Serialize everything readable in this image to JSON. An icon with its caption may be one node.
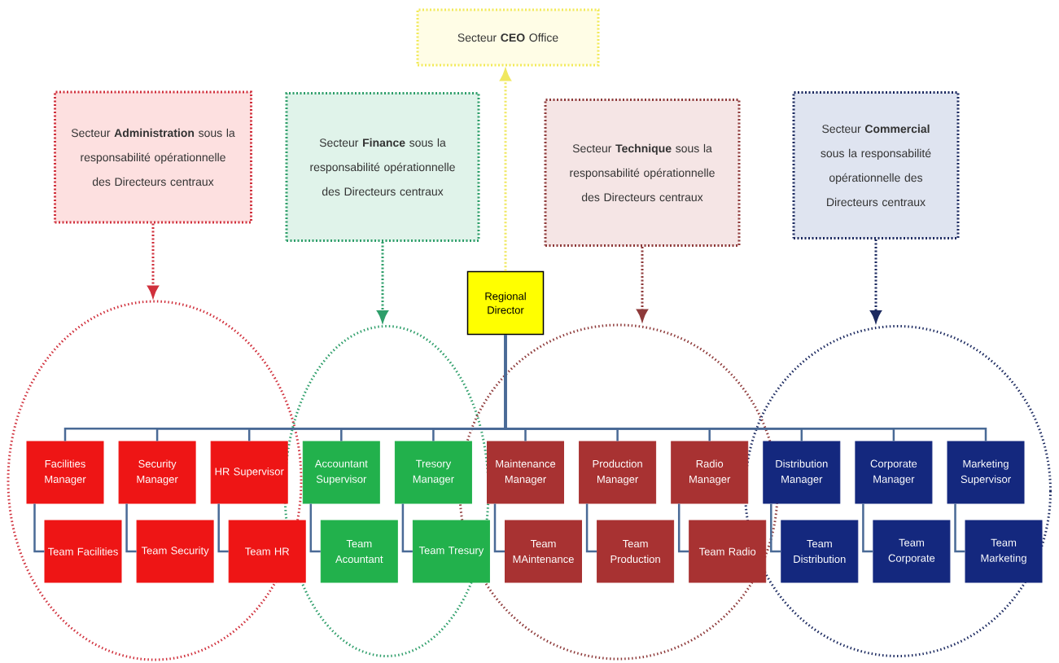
{
  "diagram": {
    "nodes": [
      {
        "text": [
          "Secteur **CEO** Office"
        ]
      },
      {
        "text": [
          "Secteur **Administration** sous la responsabilité opérationnelle des Directeurs centraux"
        ]
      },
      {
        "text": [
          "Secteur **Finance** sous la responsabilité opérationnelle des Directeurs centraux"
        ]
      },
      {
        "text": [
          "Secteur **Technique** sous la responsabilité opérationnelle des Directeurs centraux"
        ]
      },
      {
        "text": [
          "Secteur **Commercial** sous la responsabilité opérationnelle des Directeurs centraux"
        ]
      },
      {
        "text": [],
        "shape": "circle"
      },
      {
        "text": [],
        "shape": "circle"
      },
      {
        "text": [],
        "shape": "circle"
      },
      {
        "text": [],
        "shape": "circle"
      },
      {
        "text": [
          "Regional Director"
        ]
      },
      {
        "text": [
          "Facilities Manager"
        ],
        "in": 5
      },
      {
        "text": [
          "Security Manager"
        ],
        "in": 5
      },
      {
        "text": [
          "HR Supervisor"
        ],
        "in": 5
      },
      {
        "text": [
          "Accountant Supervisor"
        ],
        "in": 6
      },
      {
        "text": [
          "Tresory Manager"
        ],
        "in": 6
      },
      {
        "text": [
          "Maintenance Manager"
        ],
        "in": 7
      },
      {
        "text": [
          "Production Manager"
        ],
        "in": 7
      },
      {
        "text": [
          "Radio Manager"
        ],
        "in": 7
      },
      {
        "text": [
          "Distribution Manager"
        ],
        "in": 8
      },
      {
        "text": [
          "Corporate Manager"
        ],
        "in": 8
      },
      {
        "text": [
          "Marketing Supervisor"
        ],
        "in": 8
      },
      {
        "text": [
          "Team Facilities"
        ],
        "in": 5
      },
      {
        "text": [
          "Team Security"
        ],
        "in": 5
      },
      {
        "text": [
          "Team HR"
        ],
        "in": 5
      },
      {
        "text": [
          "Team Acountant"
        ],
        "in": 6
      },
      {
        "text": [
          "Team Tresury"
        ],
        "in": 6
      },
      {
        "text": [
          "Team MAintenance"
        ],
        "in": 7
      },
      {
        "text": [
          "Team Production"
        ],
        "in": 7
      },
      {
        "text": [
          "Team Radio"
        ],
        "in": 7
      },
      {
        "text": [
          "Team Distribution"
        ],
        "in": 8
      },
      {
        "text": [
          "Team Corporate"
        ],
        "in": 8
      },
      {
        "text": [
          "Team Marketing"
        ],
        "in": 8
      }
    ],
    "edges": [
      {
        "from": 9,
        "to": 0,
        "arrow": "to",
        "style": "dashed",
        "color": "#f0e860"
      },
      {
        "from": 1,
        "to": 5,
        "arrow": "to",
        "style": "dashed",
        "color": "#d0303c"
      },
      {
        "from": 2,
        "to": 6,
        "arrow": "to",
        "style": "dashed",
        "color": "#2e9e6a"
      },
      {
        "from": 3,
        "to": 7,
        "arrow": "to",
        "style": "dashed",
        "color": "#8e3a3a"
      },
      {
        "from": 4,
        "to": 8,
        "arrow": "to",
        "style": "dashed",
        "color": "#1c2a60"
      },
      {
        "from": 9,
        "to": 10,
        "arrow": "none"
      },
      {
        "from": 9,
        "to": 11,
        "arrow": "none"
      },
      {
        "from": 9,
        "to": 12,
        "arrow": "none"
      },
      {
        "from": 9,
        "to": 13,
        "arrow": "none"
      },
      {
        "from": 9,
        "to": 14,
        "arrow": "none"
      },
      {
        "from": 9,
        "to": 15,
        "arrow": "none"
      },
      {
        "from": 9,
        "to": 16,
        "arrow": "none"
      },
      {
        "from": 9,
        "to": 17,
        "arrow": "none"
      },
      {
        "from": 9,
        "to": 18,
        "arrow": "none"
      },
      {
        "from": 9,
        "to": 19,
        "arrow": "none"
      },
      {
        "from": 9,
        "to": 20,
        "arrow": "none"
      },
      {
        "from": 10,
        "to": 21,
        "arrow": "none"
      },
      {
        "from": 11,
        "to": 22,
        "arrow": "none"
      },
      {
        "from": 12,
        "to": 23,
        "arrow": "none"
      },
      {
        "from": 13,
        "to": 24,
        "arrow": "none"
      },
      {
        "from": 14,
        "to": 25,
        "arrow": "none"
      },
      {
        "from": 15,
        "to": 26,
        "arrow": "none"
      },
      {
        "from": 16,
        "to": 27,
        "arrow": "none"
      },
      {
        "from": 17,
        "to": 28,
        "arrow": "none"
      },
      {
        "from": 18,
        "to": 29,
        "arrow": "none"
      },
      {
        "from": 19,
        "to": 30,
        "arrow": "none"
      },
      {
        "from": 20,
        "to": 31,
        "arrow": "none"
      }
    ]
  }
}
